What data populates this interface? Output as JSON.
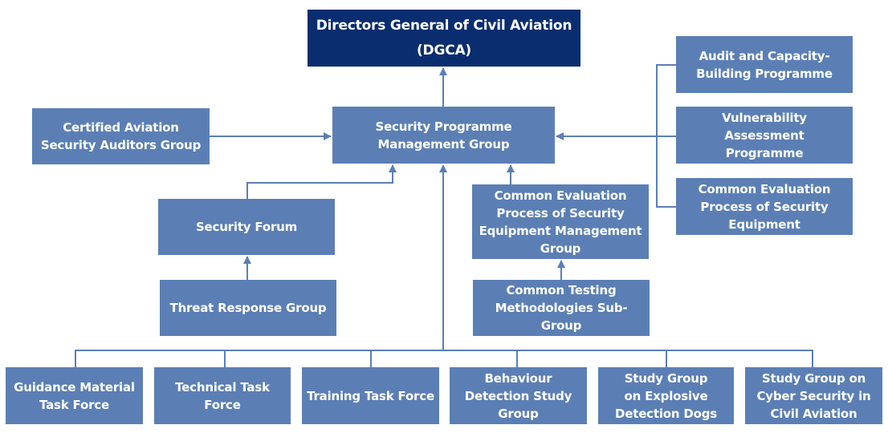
{
  "diagram": {
    "type": "organization-chart",
    "colors": {
      "top_box": "#0a2d6f",
      "box": "#5b7fb5",
      "connector": "#5b7fb5",
      "text": "#ffffff"
    },
    "nodes": {
      "dgca": "Directors General of Civil Aviation\n(DGCA)",
      "spmg": "Security Programme\nManagement Group",
      "casag": "Certified Aviation\nSecurity Auditors Group",
      "audit": "Audit and Capacity-\nBuilding Programme",
      "vap": "Vulnerability Assessment\nProgramme",
      "cepse": "Common Evaluation\nProcess of Security\nEquipment",
      "forum": "Security Forum",
      "threat": "Threat Response Group",
      "cepse_mg": "Common Evaluation\nProcess of Security\nEquipment Management\nGroup",
      "ctm": "Common Testing\nMethodologies Sub-\nGroup",
      "gmtf": "Guidance Material\nTask Force",
      "ttf": "Technical Task\nForce",
      "trtf": "Training Task Force",
      "bdsg": "Behaviour\nDetection Study\nGroup",
      "sged": "Study Group\non Explosive\nDetection Dogs",
      "sgcs": "Study Group on\nCyber Security in\nCivil Aviation"
    },
    "edges": [
      {
        "from": "spmg",
        "to": "dgca"
      },
      {
        "from": "casag",
        "to": "spmg"
      },
      {
        "from": "audit",
        "to": "spmg"
      },
      {
        "from": "vap",
        "to": "spmg"
      },
      {
        "from": "cepse",
        "to": "spmg"
      },
      {
        "from": "forum",
        "to": "spmg"
      },
      {
        "from": "threat",
        "to": "forum"
      },
      {
        "from": "cepse_mg",
        "to": "spmg"
      },
      {
        "from": "ctm",
        "to": "cepse_mg"
      },
      {
        "from": "gmtf",
        "to": "spmg"
      },
      {
        "from": "ttf",
        "to": "spmg"
      },
      {
        "from": "trtf",
        "to": "spmg"
      },
      {
        "from": "bdsg",
        "to": "spmg"
      },
      {
        "from": "sged",
        "to": "spmg"
      },
      {
        "from": "sgcs",
        "to": "spmg"
      }
    ]
  }
}
